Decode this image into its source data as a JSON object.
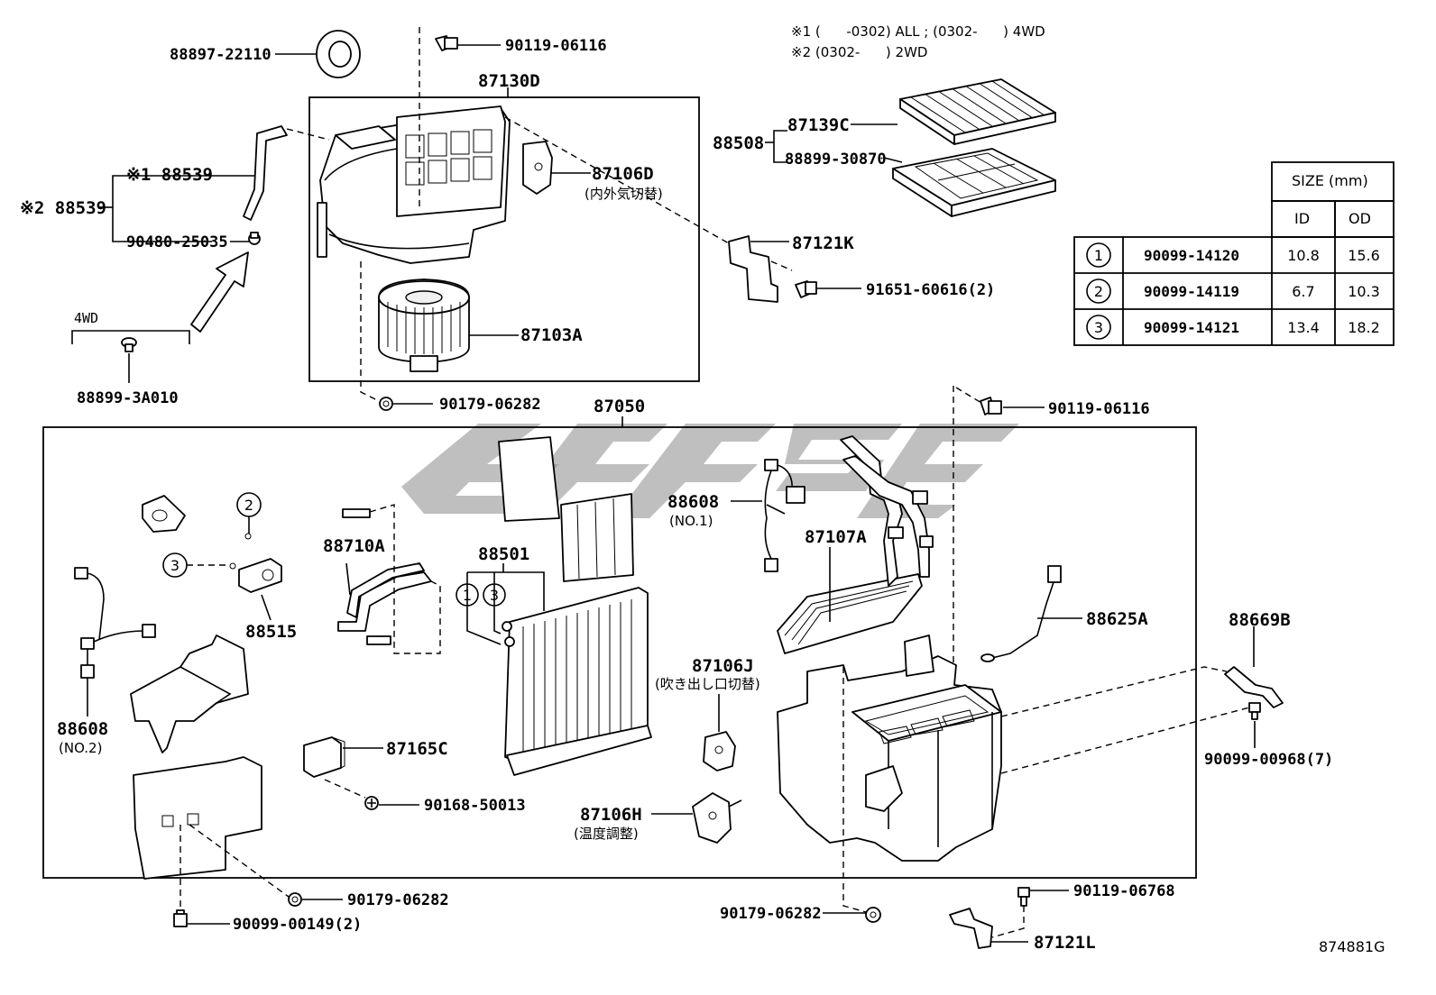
{
  "diagram_id": "874881G",
  "notes": {
    "note1": "※1 (      -0302) ALL ; (0302-      ) 4WD",
    "note2": "※2 (0302-      ) 2WD"
  },
  "labels": {
    "p88897": "88897-22110",
    "p90119a": "90119-06116",
    "p87130D": "87130D",
    "p88539a": "※1 88539",
    "p88539b": "※2 88539",
    "p90480": "90480-25035",
    "p4wd": "4WD",
    "p88899_3A010": "88899-3A010",
    "p87106D": "87106D",
    "p87106D_jp": "(内外気切替)",
    "p88508": "88508",
    "p87139C": "87139C",
    "p88899_30870": "88899-30870",
    "p87121K": "87121K",
    "p91651": "91651-60616(2)",
    "p87103A": "87103A",
    "p90179a": "90179-06282",
    "p87050": "87050",
    "p90119b": "90119-06116",
    "p88608a": "88608",
    "p88608a_sub": "(NO.1)",
    "p87107A": "87107A",
    "p88710A": "88710A",
    "p88501": "88501",
    "p88515": "88515",
    "p88625A": "88625A",
    "p88669B": "88669B",
    "p87106J": "87106J",
    "p87106J_jp": "(吹き出し口切替)",
    "p88608b": "88608",
    "p88608b_sub": "(NO.2)",
    "p87165C": "87165C",
    "p90168": "90168-50013",
    "p87106H": "87106H",
    "p87106H_jp": "(温度調整)",
    "p90099_00968": "90099-00968(7)",
    "p90179b": "90179-06282",
    "p90099_00149": "90099-00149(2)",
    "p90179c": "90179-06282",
    "p90119c": "90119-06768",
    "p87121L": "87121L",
    "c1": "1",
    "c2": "2",
    "c3": "3"
  },
  "size_table": {
    "header": "SIZE (mm)",
    "col_id": "ID",
    "col_od": "OD",
    "rows": [
      {
        "mark": "1",
        "part": "90099-14120",
        "id": "10.8",
        "od": "15.6"
      },
      {
        "mark": "2",
        "part": "90099-14119",
        "id": "6.7",
        "od": "10.3"
      },
      {
        "mark": "3",
        "part": "90099-14121",
        "id": "13.4",
        "od": "18.2"
      }
    ]
  }
}
